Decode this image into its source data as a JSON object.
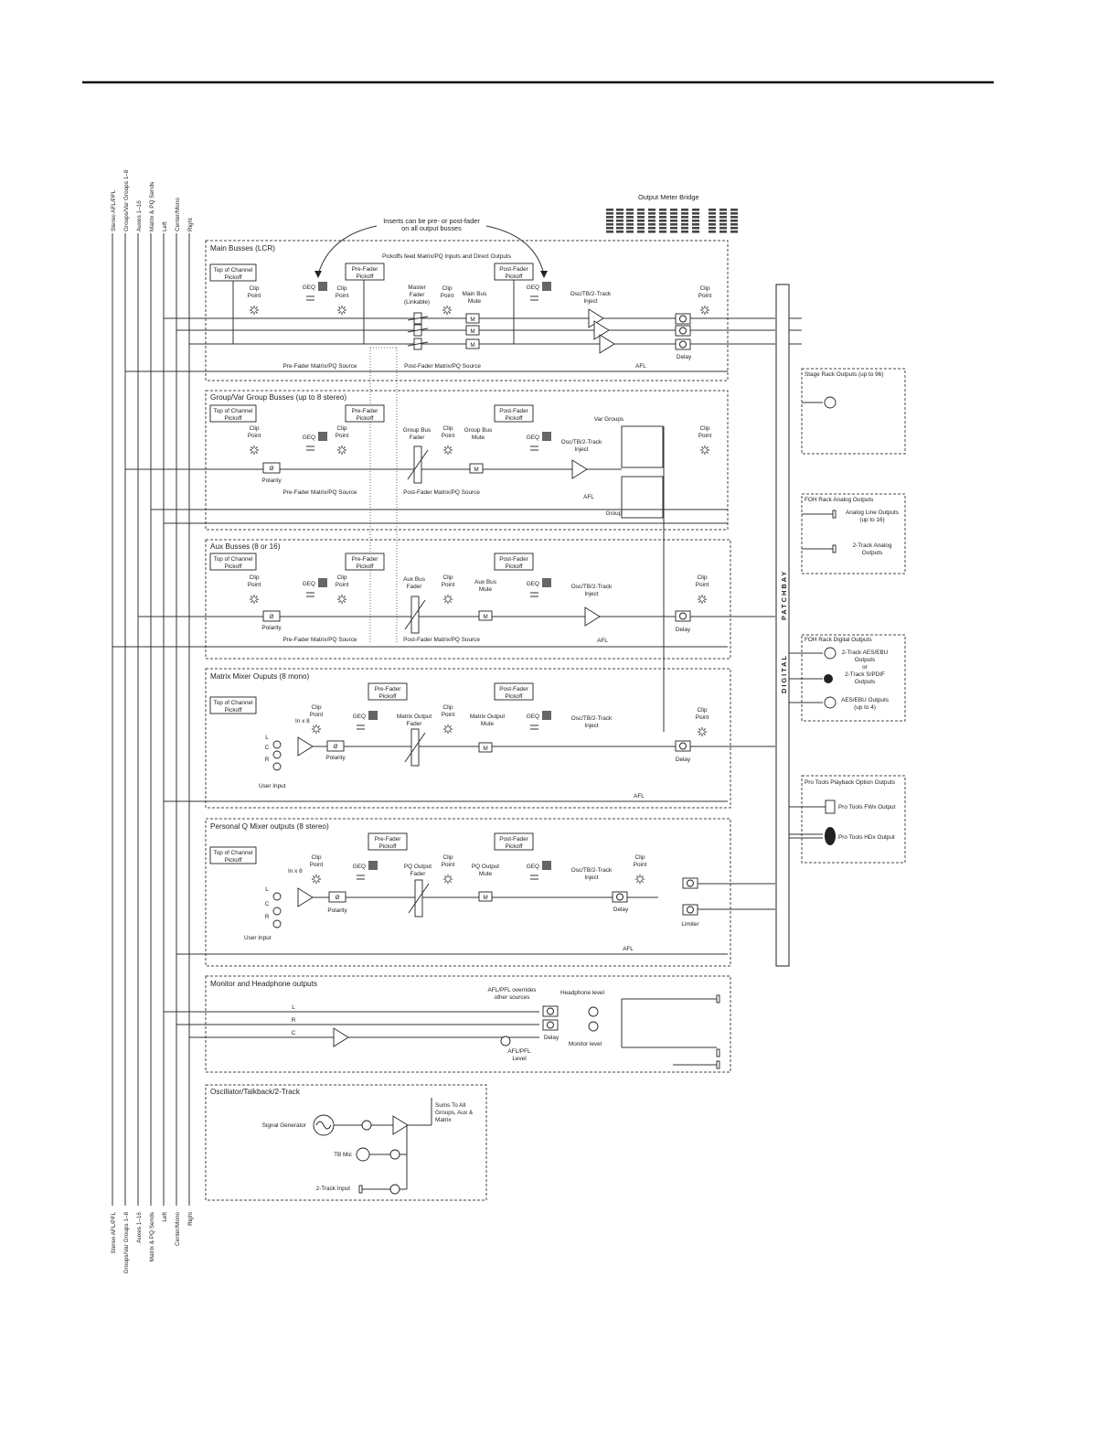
{
  "bus_labels": [
    "Stereo AFL/PFL",
    "Groups/Var Groups 1–8",
    "Auxes 1–16",
    "Matrix & PQ Sends",
    "Left",
    "Center/Mono",
    "Right"
  ],
  "meter_bridge": "Output Meter Bridge",
  "inserts_note": [
    "Inserts can be pre- or post-fader",
    "on all output busses"
  ],
  "pickoffs_note": "Pickoffs feed Matrix/PQ Inputs and Direct Outputs",
  "common": {
    "top_of_channel": [
      "Top of Channel",
      "Pickoff"
    ],
    "pre_fader": [
      "Pre-Fader",
      "Pickoff"
    ],
    "post_fader": [
      "Post-Fader",
      "Pickoff"
    ],
    "clip_point": [
      "Clip",
      "Point"
    ],
    "geq": "GEQ",
    "osc_inject": [
      "Osc/TB/2-Track",
      "Inject"
    ],
    "delay": "Delay",
    "afl": "AFL",
    "polarity": "Polarity",
    "pre_source": "Pre-Fader Matrix/PQ Source",
    "post_source": "Post-Fader Matrix/PQ Source",
    "mute": "M",
    "in_x8": "In x 8",
    "user_input": "User Input"
  },
  "sections": {
    "main": {
      "title": "Main Busses (LCR)",
      "fader": [
        "Master",
        "Fader",
        "(Linkable)"
      ],
      "mute": [
        "Main Bus",
        "Mute"
      ]
    },
    "group": {
      "title": "Group/Var Group Busses (up to 8 stereo)",
      "fader": [
        "Group Bus",
        "Fader"
      ],
      "mute": [
        "Group Bus",
        "Mute"
      ],
      "var_groups": "Var Groups",
      "groups": "Groups"
    },
    "aux": {
      "title": "Aux  Busses (8 or 16)",
      "fader": [
        "Aux  Bus",
        "Fader"
      ],
      "mute": [
        "Aux Bus",
        "Mute"
      ]
    },
    "matrix": {
      "title": "Matrix Mixer Ouputs (8 mono)",
      "fader": [
        "Matrix Output",
        "Fader"
      ],
      "mute": [
        "Matrix Output",
        "Mute"
      ]
    },
    "pq": {
      "title": "Personal Q Mixer outputs (8 stereo)",
      "fader": [
        "PQ Output",
        "Fader"
      ],
      "mute": [
        "PQ Output",
        "Mute"
      ],
      "limiter": "Limiter"
    },
    "monitor": {
      "title": "Monitor and Headphone outputs",
      "override": [
        "AFL/PFL overrides",
        "other sources"
      ],
      "headphone": "Headphone level",
      "monitor_level": "Monitor level",
      "afl_pfl_level": [
        "AFL/PFL",
        "Level"
      ]
    },
    "osc": {
      "title": "Oscillator/Talkback/2-Track",
      "signal_gen": "Signal Generator",
      "tb_mic": "TB Mic",
      "two_track": "2-Track Input",
      "sums": [
        "Sums To All",
        "Groups, Aux &",
        "Matrix"
      ]
    }
  },
  "patchbay": {
    "digital": "DIGITAL",
    "patchbay": "PATCHBAY"
  },
  "outputs": {
    "stage": {
      "title": "Stage Rack Outputs (up to 96)"
    },
    "foh_analog": {
      "title": "FOH Rack Analog Outputs",
      "line": [
        "Analog Line Outputs",
        "(up to 16)"
      ],
      "two_track": [
        "2-Track Analog",
        "Outputs"
      ]
    },
    "foh_digital": {
      "title": "FOH Rack Digital Outputs",
      "aes": [
        "2-Track AES/EBU",
        "Outputs"
      ],
      "or": "or",
      "spdif": [
        "2-Track S/PDIF",
        "Outputs"
      ],
      "aes_multi": [
        "AES/EBU Outputs",
        "(up to 4)"
      ]
    },
    "protools": {
      "title": "Pro Tools Playback Option Outputs",
      "fwx": "Pro Tools FWx Output",
      "hdx": "Pro Tools HDx  Output"
    }
  },
  "lrc": [
    "L",
    "C",
    "R"
  ]
}
